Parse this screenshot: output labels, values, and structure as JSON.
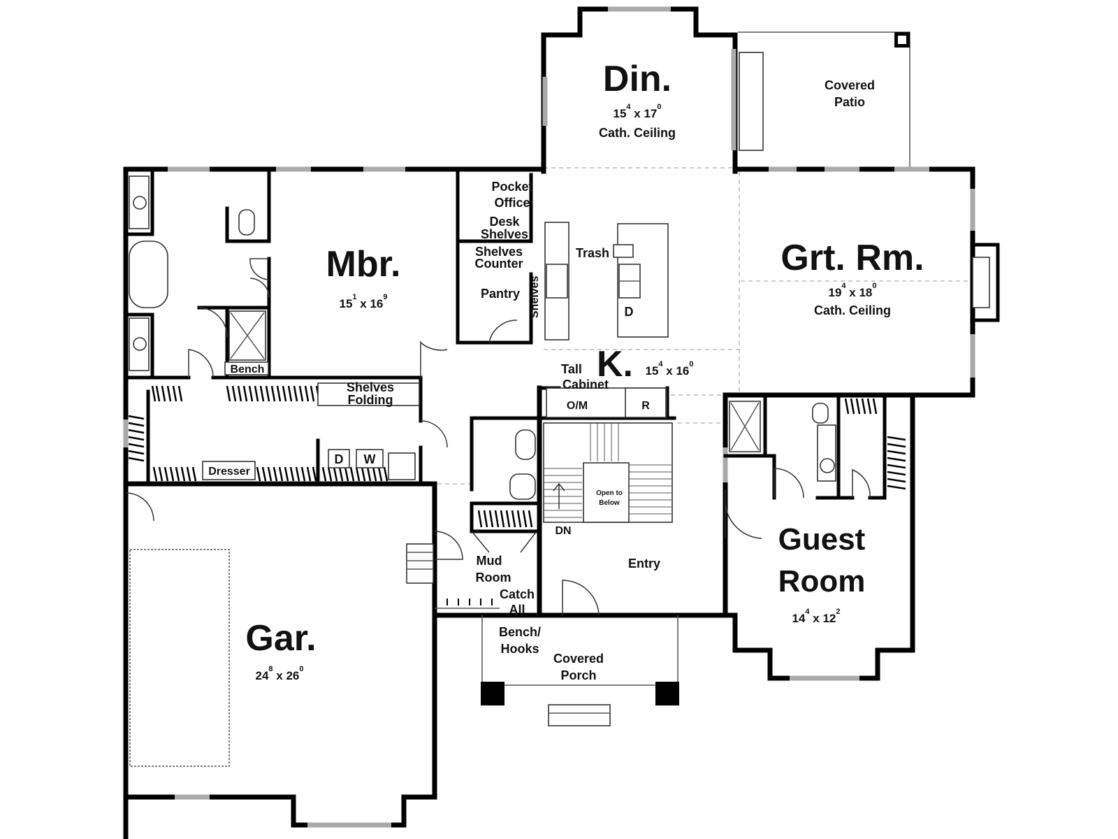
{
  "rooms": {
    "dining": {
      "name": "Din.",
      "w": "15",
      "w_in": "4",
      "l": "17",
      "l_in": "0",
      "note": "Cath. Ceiling"
    },
    "great_room": {
      "name": "Grt. Rm.",
      "w": "19",
      "w_in": "4",
      "l": "18",
      "l_in": "0",
      "note": "Cath. Ceiling"
    },
    "master": {
      "name": "Mbr.",
      "w": "15",
      "w_in": "1",
      "l": "16",
      "l_in": "9"
    },
    "kitchen": {
      "name": "K.",
      "w": "15",
      "w_in": "4",
      "l": "16",
      "l_in": "0"
    },
    "guest": {
      "name_line1": "Guest",
      "name_line2": "Room",
      "w": "14",
      "w_in": "4",
      "l": "12",
      "l_in": "2"
    },
    "garage": {
      "name": "Gar.",
      "w": "24",
      "w_in": "8",
      "l": "26",
      "l_in": "0"
    }
  },
  "labels": {
    "covered_patio_1": "Covered",
    "covered_patio_2": "Patio",
    "pocket_office_1": "Pocket",
    "pocket_office_2": "Office",
    "desk_shelves_1": "Desk",
    "desk_shelves_2": "Shelves",
    "shelves_counter_1": "Shelves",
    "shelves_counter_2": "Counter",
    "pantry": "Pantry",
    "shelves_vertical": "Shelves",
    "trash": "Trash",
    "dishwasher": "D",
    "tall_cabinet_1": "Tall",
    "tall_cabinet_2": "Cabinet",
    "oven_micro": "O/M",
    "refrigerator": "R",
    "bench": "Bench",
    "shelves_folding_1": "Shelves",
    "shelves_folding_2": "Folding",
    "dryer": "D",
    "washer": "W",
    "dresser": "Dresser",
    "open_below_1": "Open to",
    "open_below_2": "Below",
    "down": "DN",
    "mud_room_1": "Mud",
    "mud_room_2": "Room",
    "entry": "Entry",
    "catch_all_1": "Catch",
    "catch_all_2": "All",
    "bench_hooks_1": "Bench/",
    "bench_hooks_2": "Hooks",
    "covered_porch_1": "Covered",
    "covered_porch_2": "Porch",
    "dim_sep": "x"
  }
}
